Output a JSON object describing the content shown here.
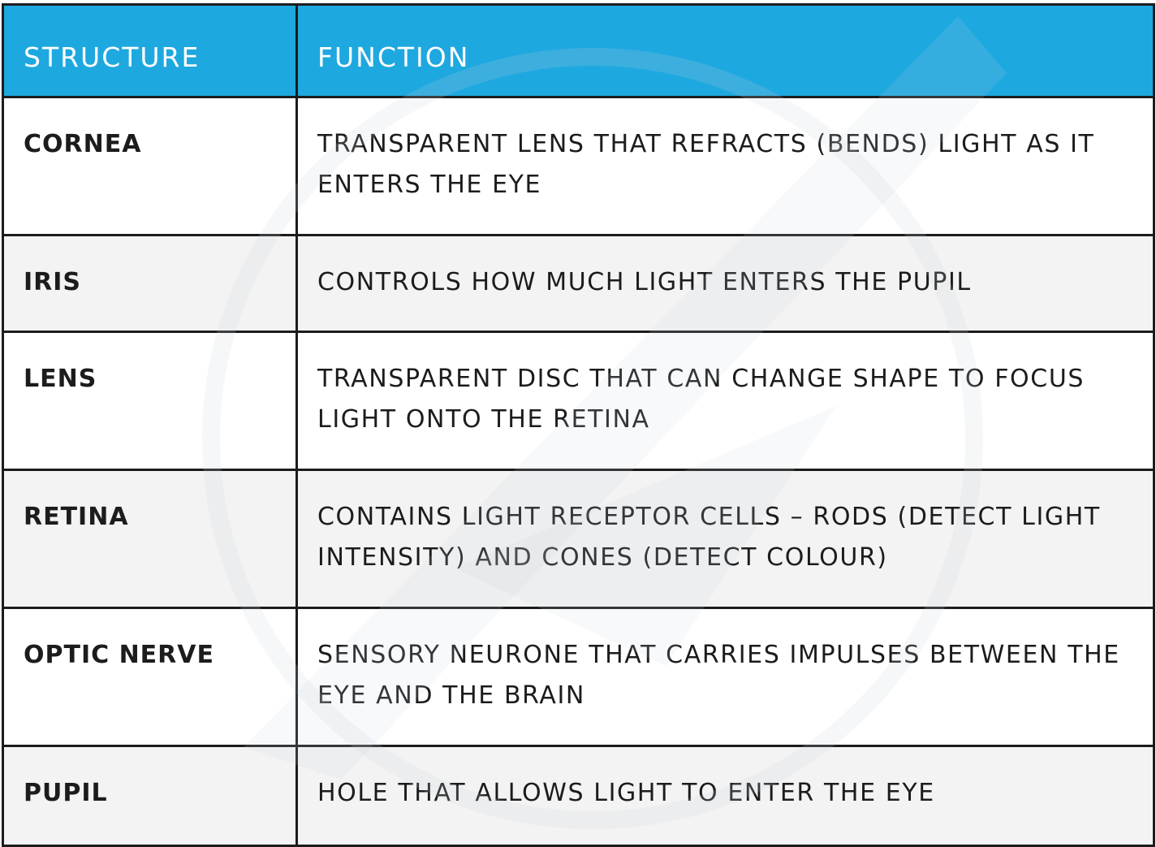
{
  "table": {
    "headers": {
      "structure": "STRUCTURE",
      "function": "FUNCTION"
    },
    "rows": [
      {
        "structure": "CORNEA",
        "function": "TRANSPARENT LENS THAT REFRACTS (BENDS) LIGHT AS IT ENTERS THE EYE"
      },
      {
        "structure": "IRIS",
        "function": "CONTROLS HOW MUCH LIGHT ENTERS THE PUPIL"
      },
      {
        "structure": "LENS",
        "function": "TRANSPARENT DISC THAT CAN CHANGE SHAPE TO FOCUS LIGHT ONTO THE RETINA"
      },
      {
        "structure": "RETINA",
        "function": "CONTAINS LIGHT RECEPTOR CELLS  – RODS (DETECT LIGHT INTENSITY) AND CONES (DETECT COLOUR)"
      },
      {
        "structure": "OPTIC NERVE",
        "function": "SENSORY NEURONE THAT CARRIES IMPULSES BETWEEN THE EYE AND THE BRAIN"
      },
      {
        "structure": "PUPIL",
        "function": "HOLE THAT ALLOWS LIGHT TO ENTER THE EYE"
      }
    ]
  },
  "colors": {
    "header_bg": "#1ea8e0",
    "header_text": "#ffffff",
    "border": "#1c1c1c",
    "alt_row_bg": "#f3f3f3"
  }
}
